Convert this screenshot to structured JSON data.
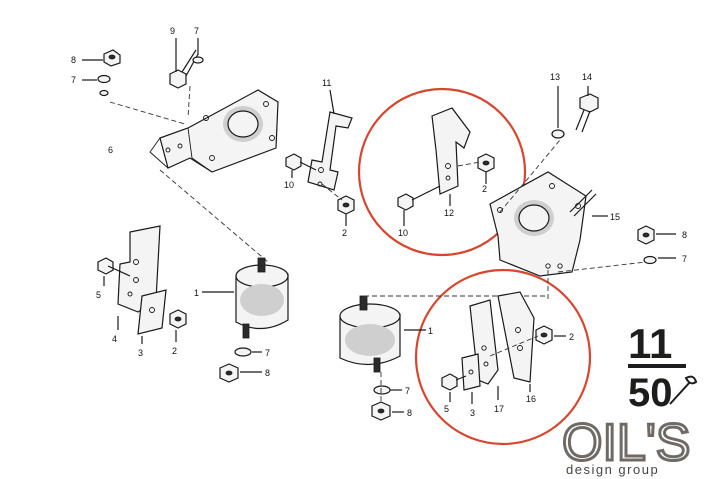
{
  "part_numbers": {
    "p1a": "1",
    "p1b": "1",
    "p2a": "2",
    "p2b": "2",
    "p2c": "2",
    "p2d": "2",
    "p3a": "3",
    "p3b": "3",
    "p4": "4",
    "p5a": "5",
    "p5b": "5",
    "p6": "6",
    "p7a": "7",
    "p7b": "7",
    "p7c": "7",
    "p7d": "7",
    "p7e": "7",
    "p8a": "8",
    "p8b": "8",
    "p8c": "8",
    "p8d": "8",
    "p9": "9",
    "p10a": "10",
    "p10b": "10",
    "p11": "11",
    "p12": "12",
    "p13": "13",
    "p14": "14",
    "p15": "15",
    "p16": "16",
    "p17": "17"
  },
  "logo": {
    "top_number": "11",
    "bottom_number": "50",
    "wordmark": "OIL'S",
    "tagline": "design group"
  },
  "highlight_color": "#d8462e"
}
